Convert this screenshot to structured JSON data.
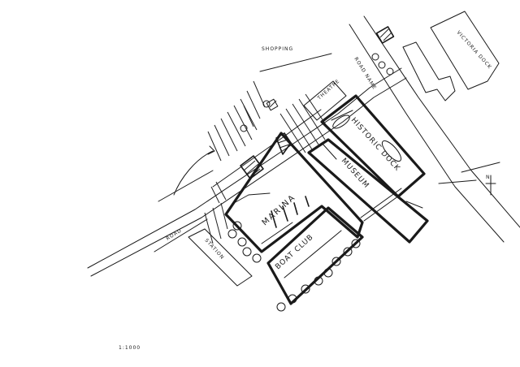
{
  "labels": {
    "top": "SHOPPING",
    "theatre": "THEATRE",
    "road_name": "ROAD  NAME",
    "victoria_dock_right": "VICTORIA DOCK",
    "historic_dock": "HISTORIC DOCK",
    "museum": "MUSEUM",
    "marina": "MARINA",
    "boat_club": "BOAT CLUB",
    "station": "STATION",
    "road_left": "ROAD",
    "scale": "1:1000",
    "north": "N"
  }
}
